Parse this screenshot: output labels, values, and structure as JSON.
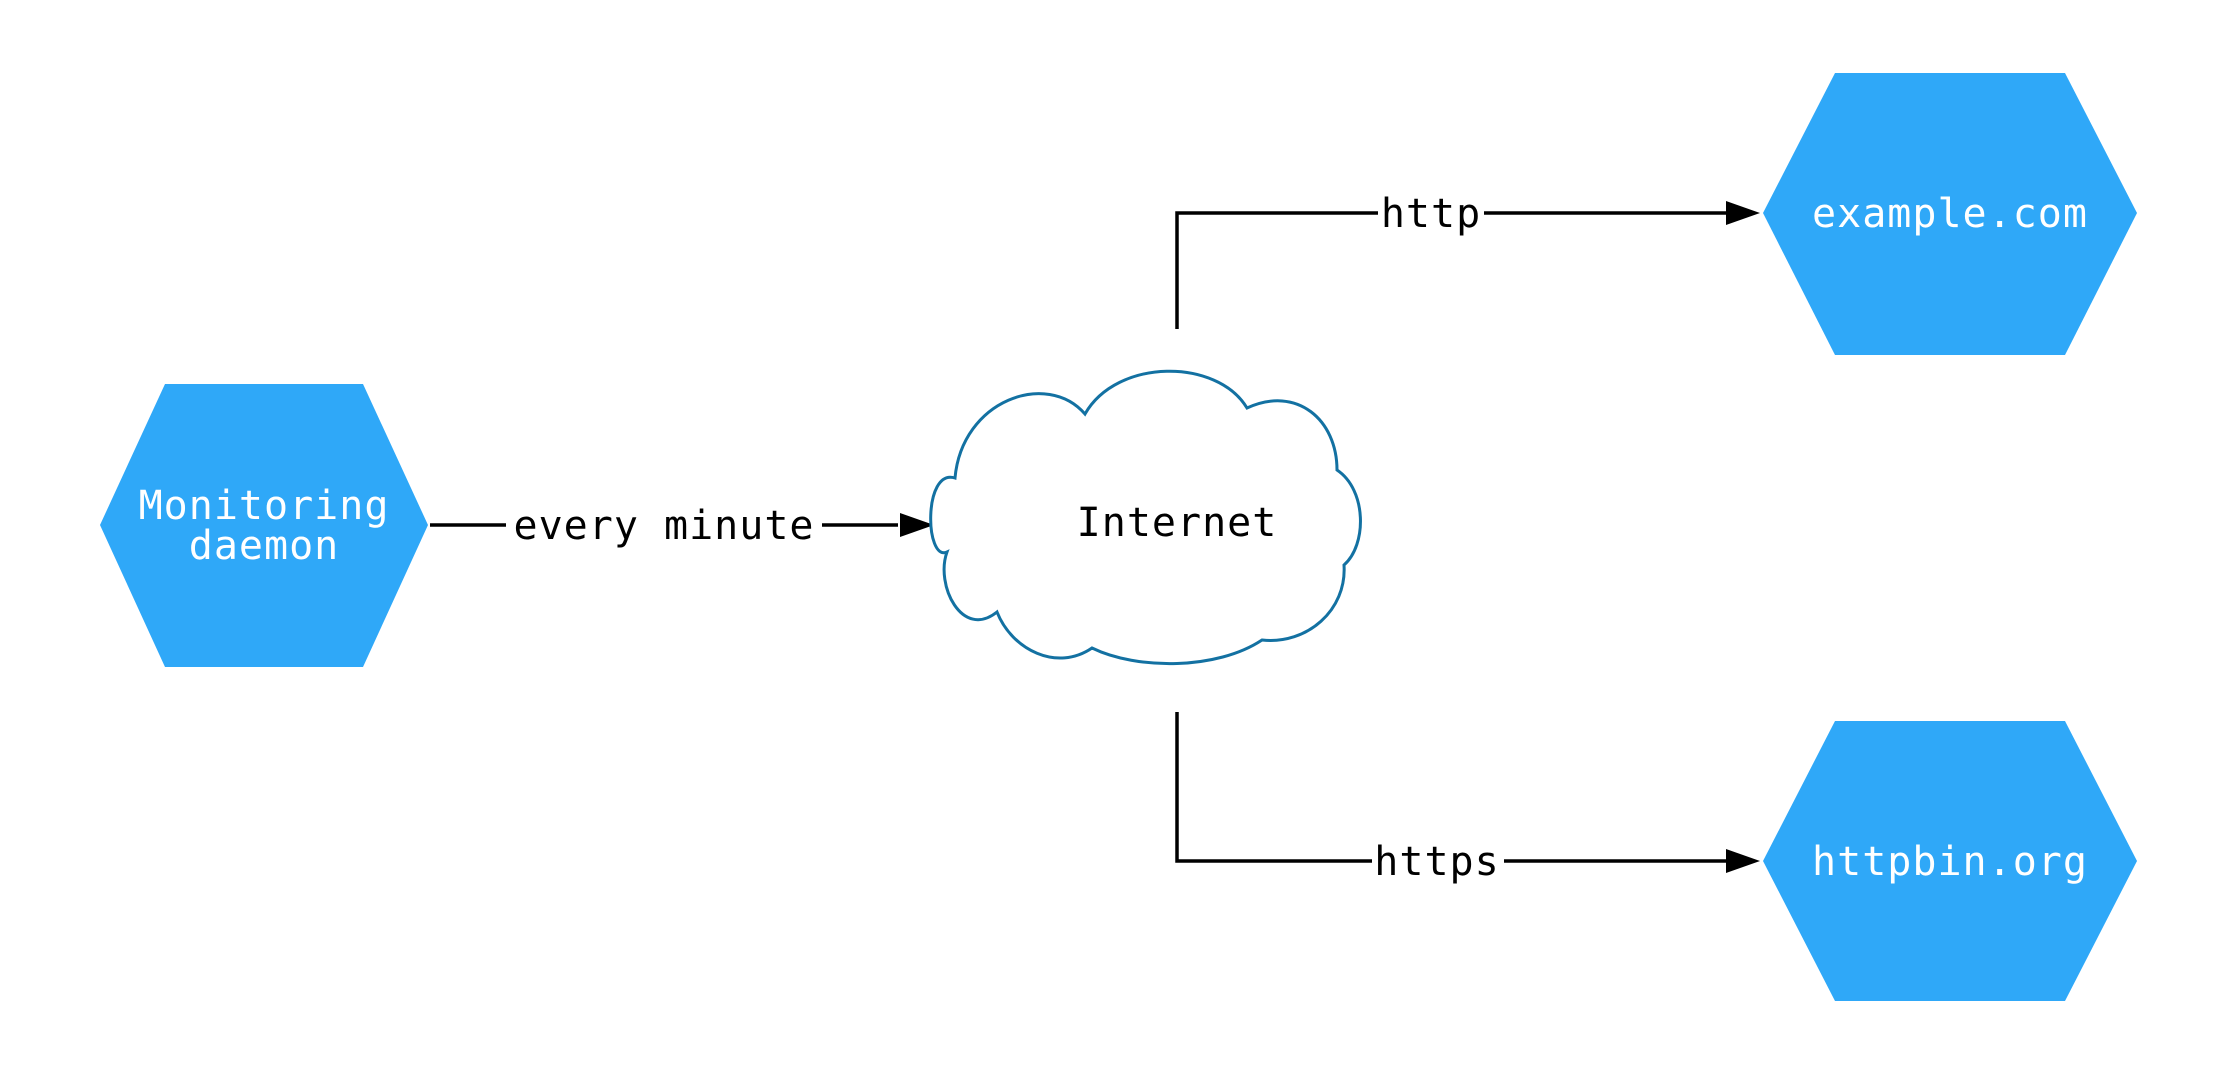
{
  "diagram": {
    "type": "network-flow-diagram",
    "nodes": [
      {
        "id": "monitoring-daemon",
        "shape": "hexagon",
        "label": "Monitoring daemon",
        "label_lines": [
          "Monitoring",
          "daemon"
        ],
        "fill": "#2FA8F8",
        "text_color": "#FFFFFF"
      },
      {
        "id": "internet",
        "shape": "cloud",
        "label": "Internet",
        "fill": "#FFFFFF",
        "stroke": "#1371A2",
        "text_color": "#000000"
      },
      {
        "id": "example-com",
        "shape": "hexagon",
        "label": "example.com",
        "fill": "#2FA8F8",
        "text_color": "#FFFFFF"
      },
      {
        "id": "httpbin-org",
        "shape": "hexagon",
        "label": "httpbin.org",
        "fill": "#2FA8F8",
        "text_color": "#FFFFFF"
      }
    ],
    "edges": [
      {
        "from": "monitoring-daemon",
        "to": "internet",
        "label": "every minute",
        "color": "#000000",
        "arrow": "right"
      },
      {
        "from": "internet",
        "to": "example-com",
        "label": "http",
        "color": "#000000",
        "arrow": "right"
      },
      {
        "from": "internet",
        "to": "httpbin-org",
        "label": "https",
        "color": "#000000",
        "arrow": "right"
      }
    ],
    "colors": {
      "node_fill": "#2FA8F8",
      "node_text": "#FFFFFF",
      "cloud_stroke": "#1371A2",
      "edge": "#000000",
      "background": "#FFFFFF"
    }
  }
}
